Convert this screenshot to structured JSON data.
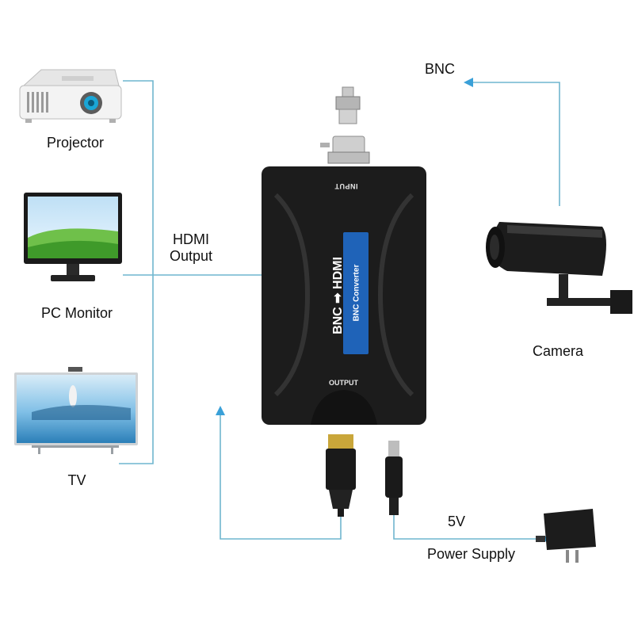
{
  "labels": {
    "projector": "Projector",
    "pc_monitor": "PC Monitor",
    "tv": "TV",
    "hdmi_output": [
      "HDMI",
      "Output"
    ],
    "bnc": "BNC",
    "camera": "Camera",
    "five_volt": "5V",
    "power_supply": "Power Supply"
  },
  "device": {
    "title": "BNC ➡ HDMI",
    "subtitle": "BNC  Converter",
    "input_label": "INPUT",
    "output_label": "OUTPUT"
  },
  "colors": {
    "line": "#6fb6cf",
    "device_body": "#1c1c1c",
    "badge": "#1f63b8",
    "arrow": "#3aa0d8"
  },
  "icons": [
    "projector-icon",
    "pc-monitor-icon",
    "tv-icon",
    "camera-icon",
    "power-adapter-icon",
    "hdmi-plug-icon",
    "dc-plug-icon",
    "bnc-connector-icon"
  ]
}
